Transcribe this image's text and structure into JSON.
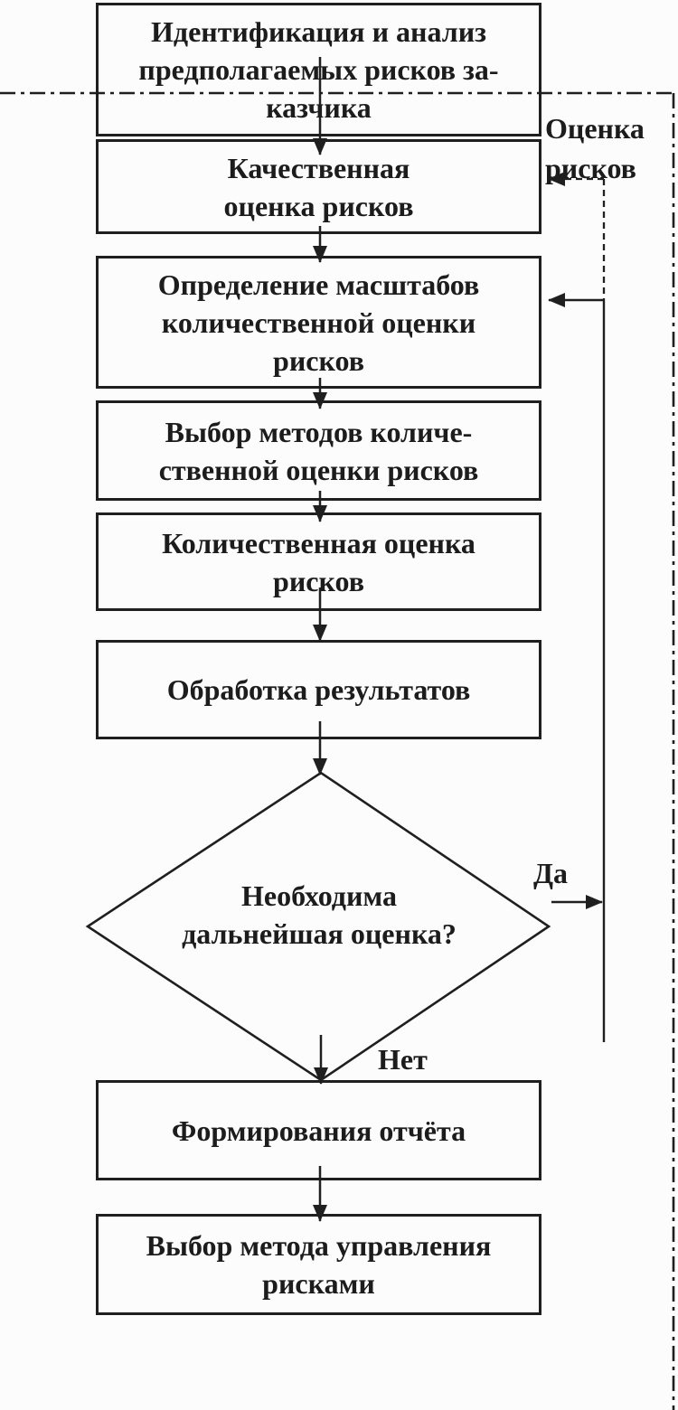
{
  "diagram": {
    "nodes": {
      "identify": {
        "text": "Идентификация и анализ\nпредполагаемых рисков за-\nказчика"
      },
      "qualitative": {
        "text": "Качественная\nоценка рисков"
      },
      "scope": {
        "text": "Определение масштабов\nколичественной оценки\nрисков"
      },
      "method_choice": {
        "text": "Выбор методов количе-\nственной оценки рисков"
      },
      "quantitative": {
        "text": "Количественная оценка\nрисков"
      },
      "processing": {
        "text": "Обработка результатов"
      },
      "decision": {
        "text": "Необходима\nдальнейшая оценка?"
      },
      "report": {
        "text": "Формирования отчёта"
      },
      "management": {
        "text": "Выбор метода управления\nрисками"
      }
    },
    "labels": {
      "boundary": "Оценка\nрисков",
      "yes": "Да",
      "no": "Нет"
    },
    "edges": [
      {
        "from": "identify",
        "to": "qualitative"
      },
      {
        "from": "qualitative",
        "to": "scope"
      },
      {
        "from": "scope",
        "to": "method_choice"
      },
      {
        "from": "method_choice",
        "to": "quantitative"
      },
      {
        "from": "quantitative",
        "to": "processing"
      },
      {
        "from": "processing",
        "to": "decision"
      },
      {
        "from": "decision",
        "to": "report",
        "label": "Нет"
      },
      {
        "from": "decision",
        "to": "scope",
        "label": "Да",
        "style": "feedback-solid"
      },
      {
        "from": "boundary-annotation",
        "to": "qualitative",
        "label": "Оценка рисков",
        "style": "dashed"
      },
      {
        "from": "report",
        "to": "management"
      }
    ],
    "colors": {
      "stroke": "#1f1f1f",
      "background": "#fcfcfc"
    }
  }
}
